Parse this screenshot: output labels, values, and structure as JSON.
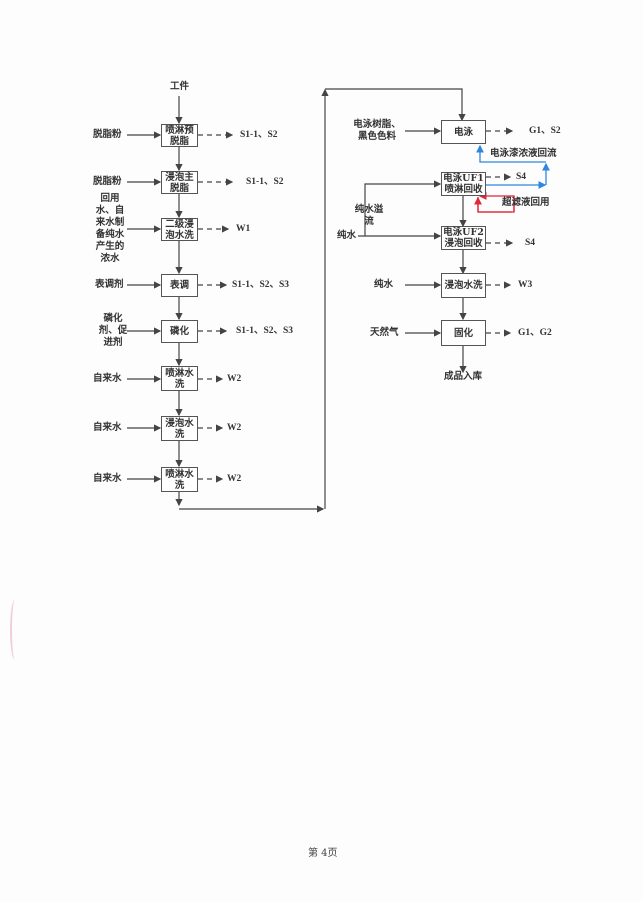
{
  "diagram": {
    "start_label": "工件",
    "left_steps": [
      {
        "name": "喷淋预脱脂",
        "input": "脱脂粉",
        "output": "S1-1、S2"
      },
      {
        "name": "浸泡主脱脂",
        "input": "脱脂粉",
        "output": "S1-1、S2"
      },
      {
        "name": "二级浸泡水洗",
        "input": "回用水、自来水制备纯水产生的浓水",
        "output": "W1"
      },
      {
        "name": "表调",
        "input": "表调剂",
        "output": "S1-1、S2、S3"
      },
      {
        "name": "磷化",
        "input": "磷化剂、促进剂",
        "output": "S1-1、S2、S3"
      },
      {
        "name": "喷淋水洗",
        "input": "自来水",
        "output": "W2"
      },
      {
        "name": "浸泡水洗",
        "input": "自来水",
        "output": "W2"
      },
      {
        "name": "喷淋水洗",
        "input": "自来水",
        "output": "W2"
      }
    ],
    "right_steps": [
      {
        "name": "电泳",
        "input": "电泳树脂、黑色色料",
        "output": "G1、S2"
      },
      {
        "name": "电泳UF1喷淋回收",
        "input": "纯水溢流",
        "output": "S4"
      },
      {
        "name": "电泳UF2浸泡回收",
        "input": "纯水",
        "output": "S4"
      },
      {
        "name": "浸泡水洗",
        "input": "纯水",
        "output": "W3"
      },
      {
        "name": "固化",
        "input": "天然气",
        "output": "G1、G2"
      }
    ],
    "blue_loop_label": "电泳漆浓液回流",
    "red_loop_label": "超滤液回用",
    "end_label": "成品入库",
    "colors": {
      "line": "#444444",
      "blue_loop": "#2f86e0",
      "red_loop": "#e0273a"
    }
  },
  "footer": {
    "page_number": "第 4页"
  }
}
